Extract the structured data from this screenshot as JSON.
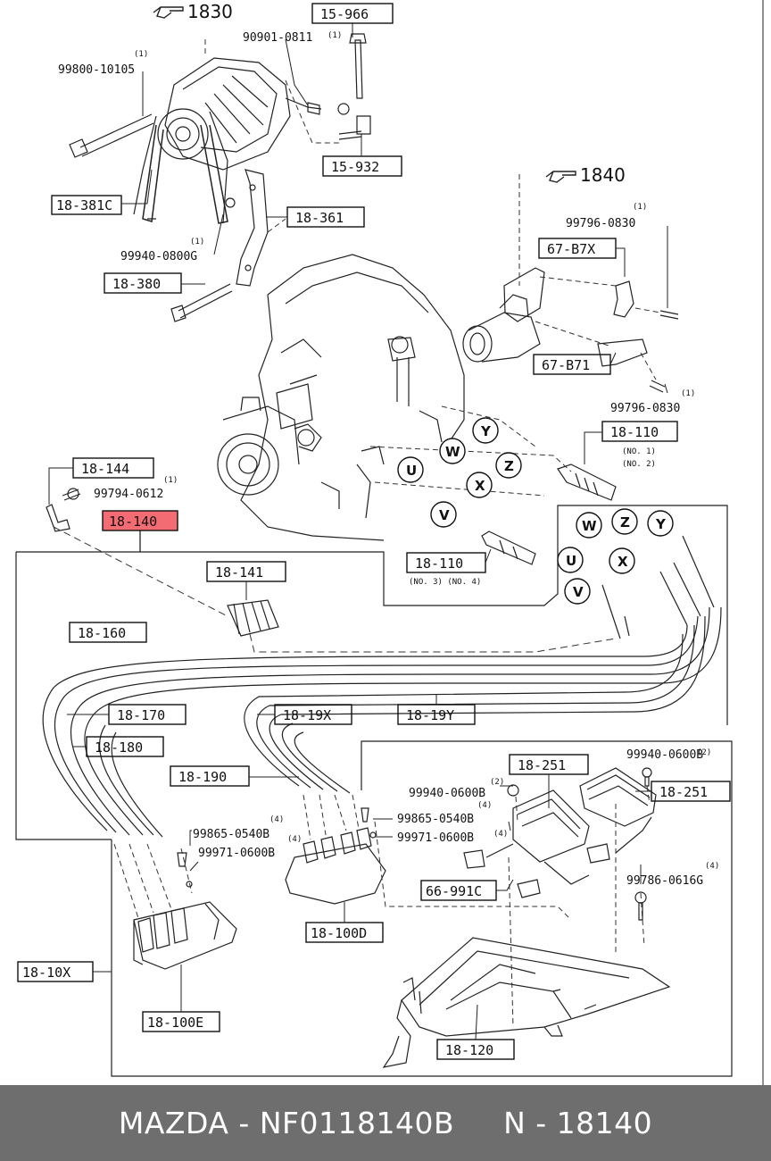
{
  "footer": {
    "brand": "MAZDA",
    "part_number": "NF0118140B",
    "reference": "N - 18140"
  },
  "highlight_color": "#f36b73",
  "callout_icon": "hand-pointing-icon",
  "callouts": {
    "c1830": "1830",
    "c1840": "1840"
  },
  "labels": {
    "l15966": "15-966",
    "l15932": "15-932",
    "l18381C": "18-381C",
    "l18361": "18-361",
    "l18380": "18-380",
    "l67B7X": "67-B7X",
    "l67B71": "67-B71",
    "l18110a": "18-110",
    "l18144": "18-144",
    "l18140": "18-140",
    "l18110b": "18-110",
    "l18141": "18-141",
    "l18160": "18-160",
    "l18170": "18-170",
    "l18180": "18-180",
    "l1819X": "18-19X",
    "l1819Y": "18-19Y",
    "l18190": "18-190",
    "l18251a": "18-251",
    "l18251b": "18-251",
    "l66991C": "66-991C",
    "l18100D": "18-100D",
    "l1810X": "18-10X",
    "l18100E": "18-100E",
    "l18120": "18-120"
  },
  "part_numbers": {
    "p90901": "90901-0811",
    "p99800": "99800-10105",
    "p99940a": "99940-0800G",
    "p99796a": "99796-0830",
    "p99796b": "99796-0830",
    "p99794": "99794-0612",
    "p99940b": "99940-0600B",
    "p99940c": "99940-0600B",
    "p99865a": "99865-0540B",
    "p99971a": "99971-0600B",
    "p99865b": "99865-0540B",
    "p99971b": "99971-0600B",
    "p99786": "99786-0616G"
  },
  "quantities": {
    "q90901": "(1)",
    "q99800": "(1)",
    "q99940a": "(1)",
    "q99796a": "(1)",
    "q99796b": "(1)",
    "q99794": "(1)",
    "q99940b": "(2)",
    "q99940c": "(2)",
    "q99865a": "(4)",
    "q99971a": "(4)",
    "q99865b": "(4)",
    "q99971b": "(4)",
    "q99786": "(4)"
  },
  "spark_plug_notes": {
    "n1": "(NO. 1)",
    "n2": "(NO. 2)",
    "n34": "(NO. 3) (NO. 4)"
  },
  "position_markers": [
    "Y",
    "W",
    "Z",
    "U",
    "X",
    "V",
    "W",
    "Z",
    "Y",
    "U",
    "X",
    "V"
  ]
}
